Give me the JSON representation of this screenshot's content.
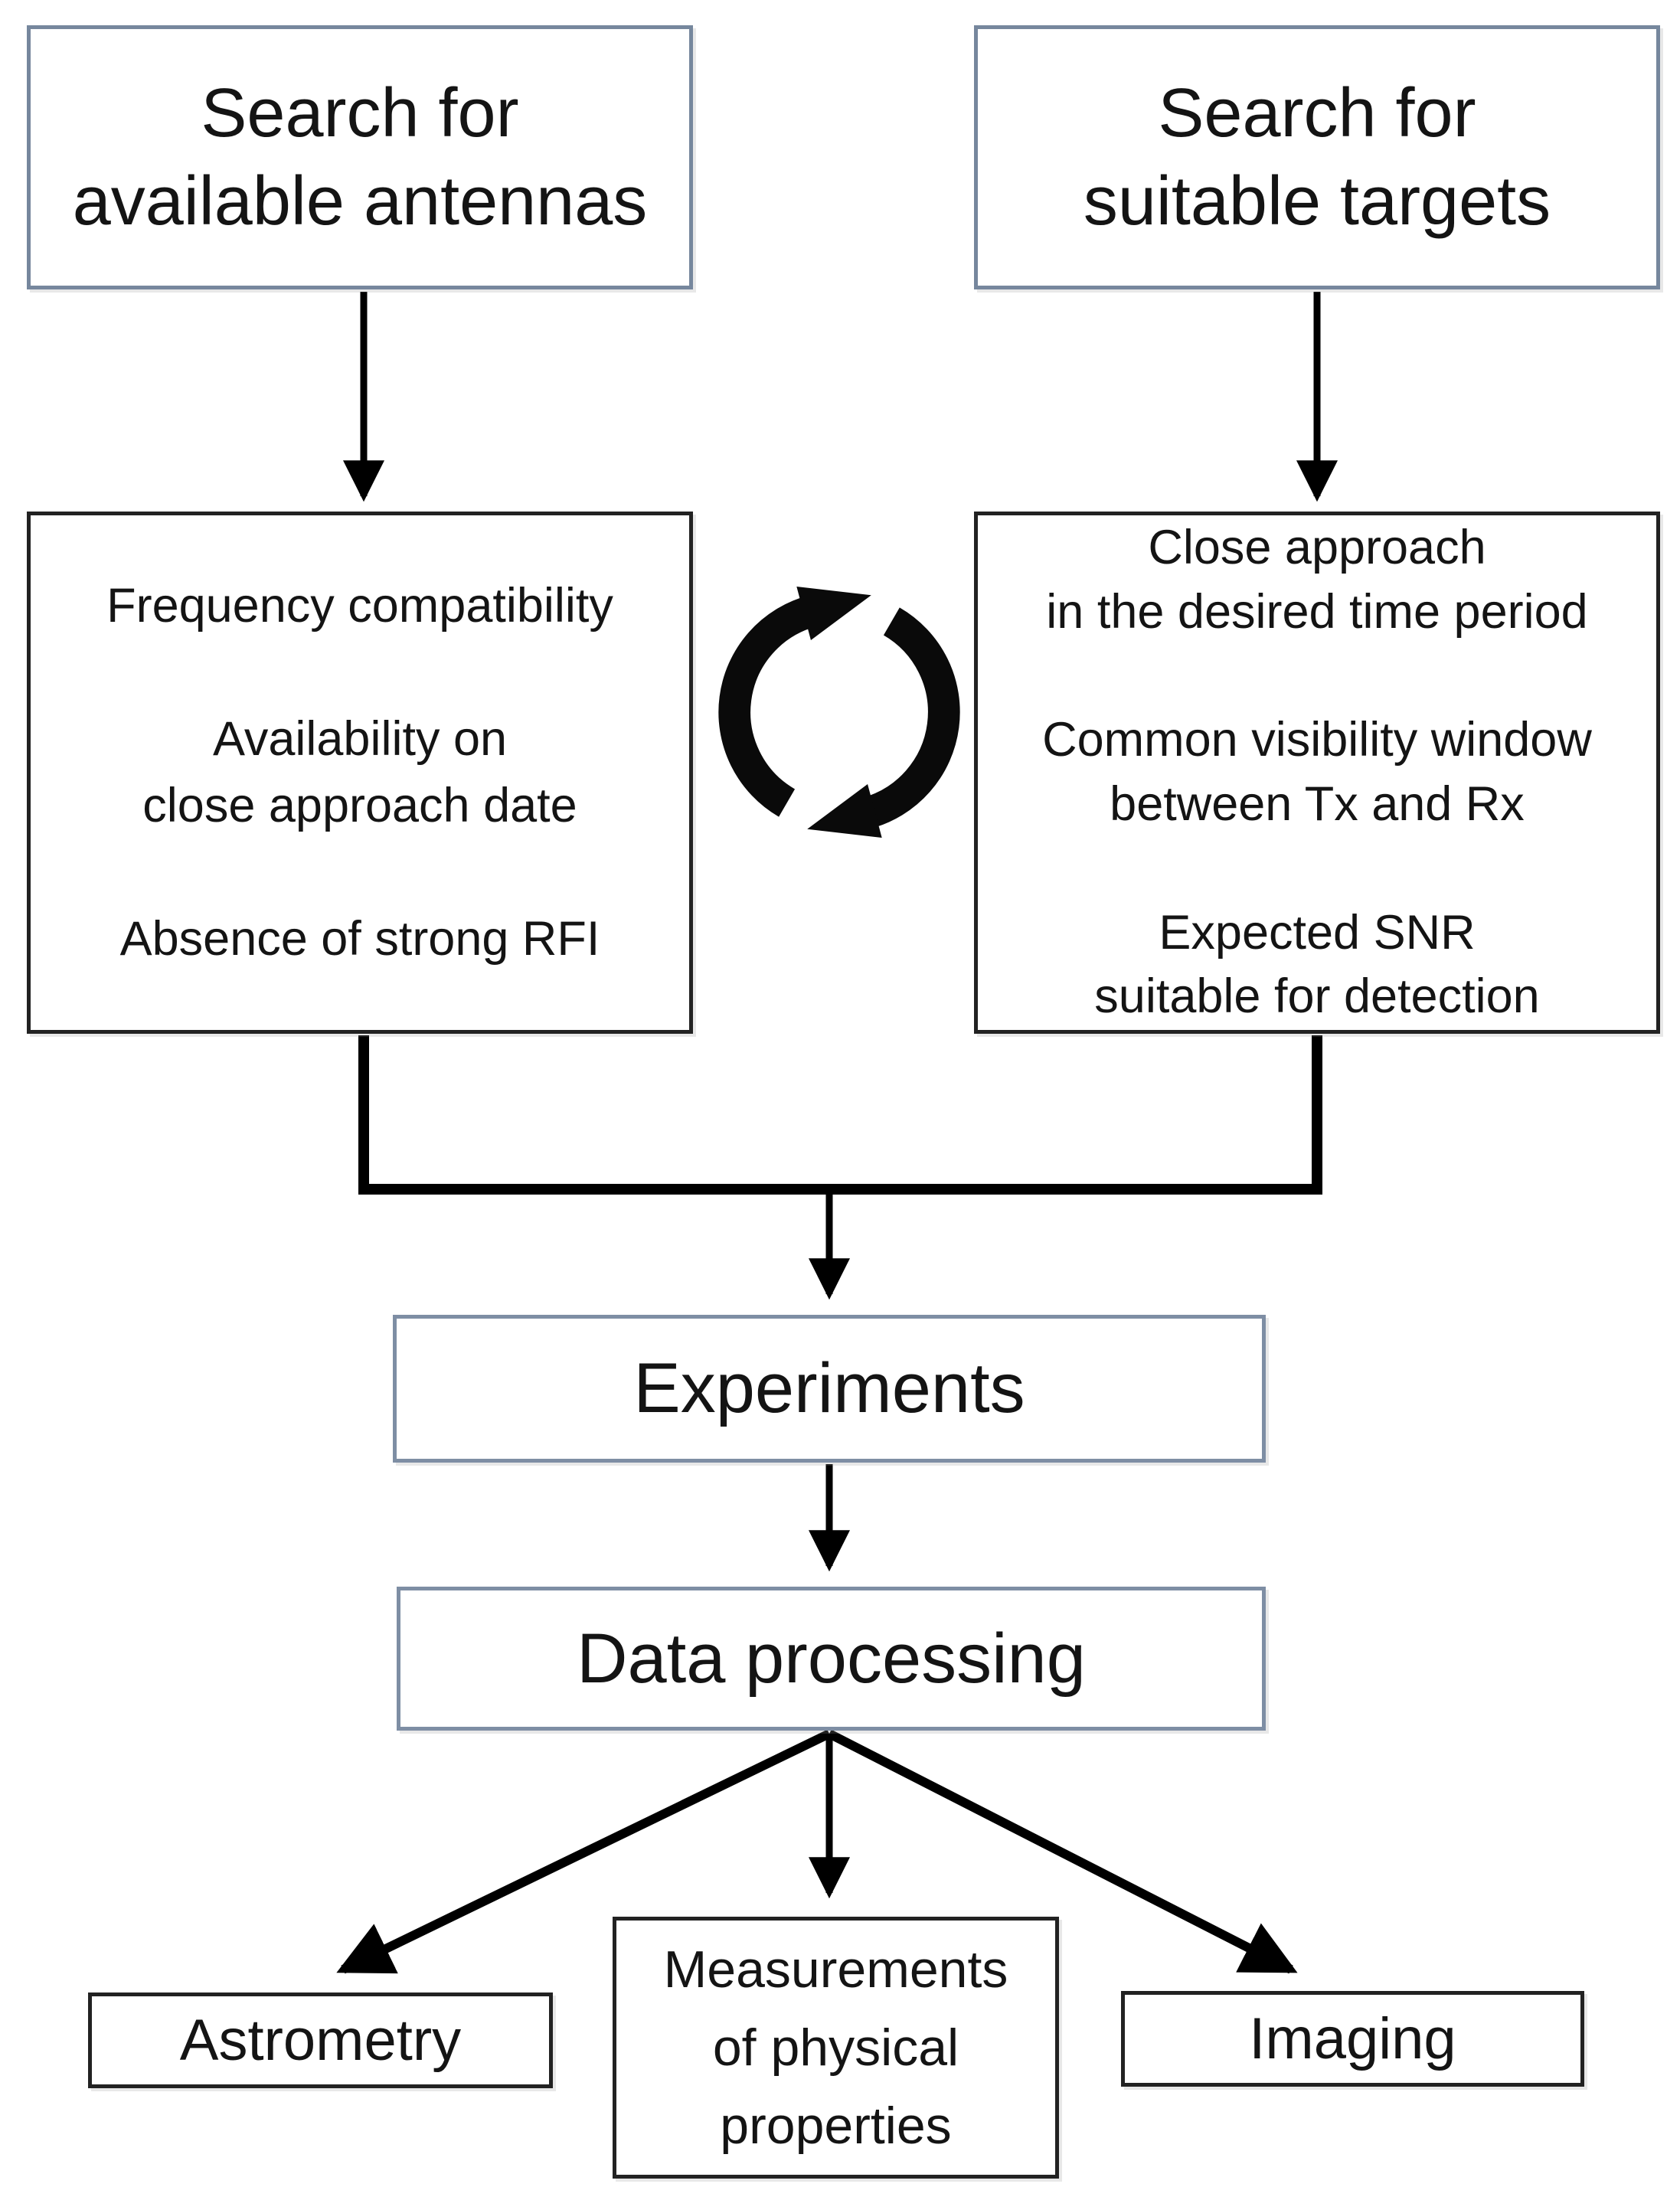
{
  "diagram": {
    "background": "#ffffff",
    "colors": {
      "top_box_border": "#76879d",
      "process_box_border": "#7e8ea4",
      "dark_box_border": "#222222",
      "arrow_color": "#000000",
      "text_color": "#141414"
    },
    "icons": {
      "cycle": "cycle-arrows-icon"
    },
    "nodes": {
      "search_antennas": {
        "text": "Search for\navailable antennas"
      },
      "search_targets": {
        "text": "Search for\nsuitable targets"
      },
      "antenna_criteria": {
        "text": "Frequency compatibility\n\nAvailability on\nclose approach date\n\nAbsence of strong RFI"
      },
      "target_criteria": {
        "text": "Close approach\nin the desired time period\n\nCommon visibility window\nbetween Tx and Rx\n\nExpected SNR\nsuitable for detection"
      },
      "experiments": {
        "text": "Experiments"
      },
      "data_processing": {
        "text": "Data processing"
      },
      "astrometry": {
        "text": "Astrometry"
      },
      "measurements": {
        "text": "Measurements\nof physical\nproperties"
      },
      "imaging": {
        "text": "Imaging"
      }
    }
  }
}
